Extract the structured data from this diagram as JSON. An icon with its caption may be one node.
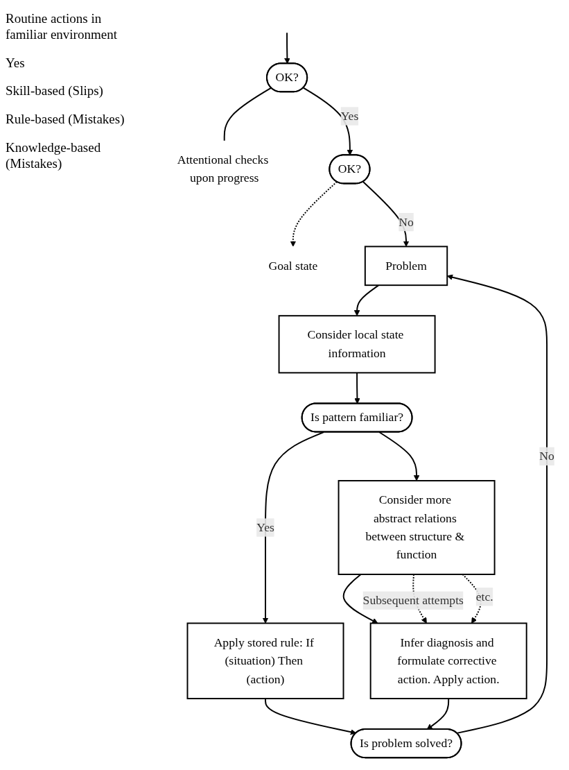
{
  "diagram": {
    "nodes": [
      {
        "text": [
          "OK?"
        ]
      },
      {
        "text": [
          "Attentional checks upon progress"
        ]
      },
      {
        "text": [
          "OK?"
        ]
      },
      {
        "text": [
          "Goal state"
        ]
      },
      {
        "text": [
          "Problem"
        ]
      },
      {
        "text": [
          "Is problem solved?"
        ]
      },
      {
        "text": [
          "Consider local state information"
        ]
      },
      {
        "text": [
          "Is pattern familiar?"
        ]
      },
      {
        "text": [
          "Apply stored rule: If (situation) Then (action)"
        ]
      },
      {
        "text": [
          "Consider more abstract relations between structure & function"
        ]
      },
      {
        "text": [
          "Infer diagnosis and formulate corrective action. Apply action."
        ]
      }
    ],
    "edges": [
      {
        "from": null,
        "to": 0,
        "arrow": "to"
      },
      {
        "from": 0,
        "to": 1,
        "arrow": "none"
      },
      {
        "from": 0,
        "to": 2,
        "arrow": "to",
        "label": "Yes"
      },
      {
        "from": 2,
        "to": 3,
        "arrow": "to",
        "style": "dashed"
      },
      {
        "from": 2,
        "to": 4,
        "arrow": "to",
        "label": "No"
      },
      {
        "from": 5,
        "to": 4,
        "arrow": "to",
        "label": "No"
      },
      {
        "from": 4,
        "to": 6,
        "arrow": "to"
      },
      {
        "from": 6,
        "to": 7,
        "arrow": "to"
      },
      {
        "from": 7,
        "to": 8,
        "arrow": "to",
        "label": "Yes"
      },
      {
        "from": 8,
        "to": 5,
        "arrow": "to"
      },
      {
        "from": 7,
        "to": 9,
        "arrow": "to"
      },
      {
        "from": 9,
        "to": 10,
        "arrow": "to"
      },
      {
        "from": 10,
        "to": 5,
        "arrow": "to"
      },
      {
        "from": 9,
        "to": 10,
        "arrow": "to",
        "style": "dashed",
        "label": "Subsequent attempts"
      },
      {
        "from": 9,
        "to": 10,
        "arrow": "to",
        "style": "dashed",
        "label": "etc."
      }
    ],
    "labels": [
      "Routine actions in familiar environment",
      "Yes",
      "Skill-based (Slips)",
      "Rule-based (Mistakes)",
      "Knowledge-based (Mistakes)"
    ]
  }
}
